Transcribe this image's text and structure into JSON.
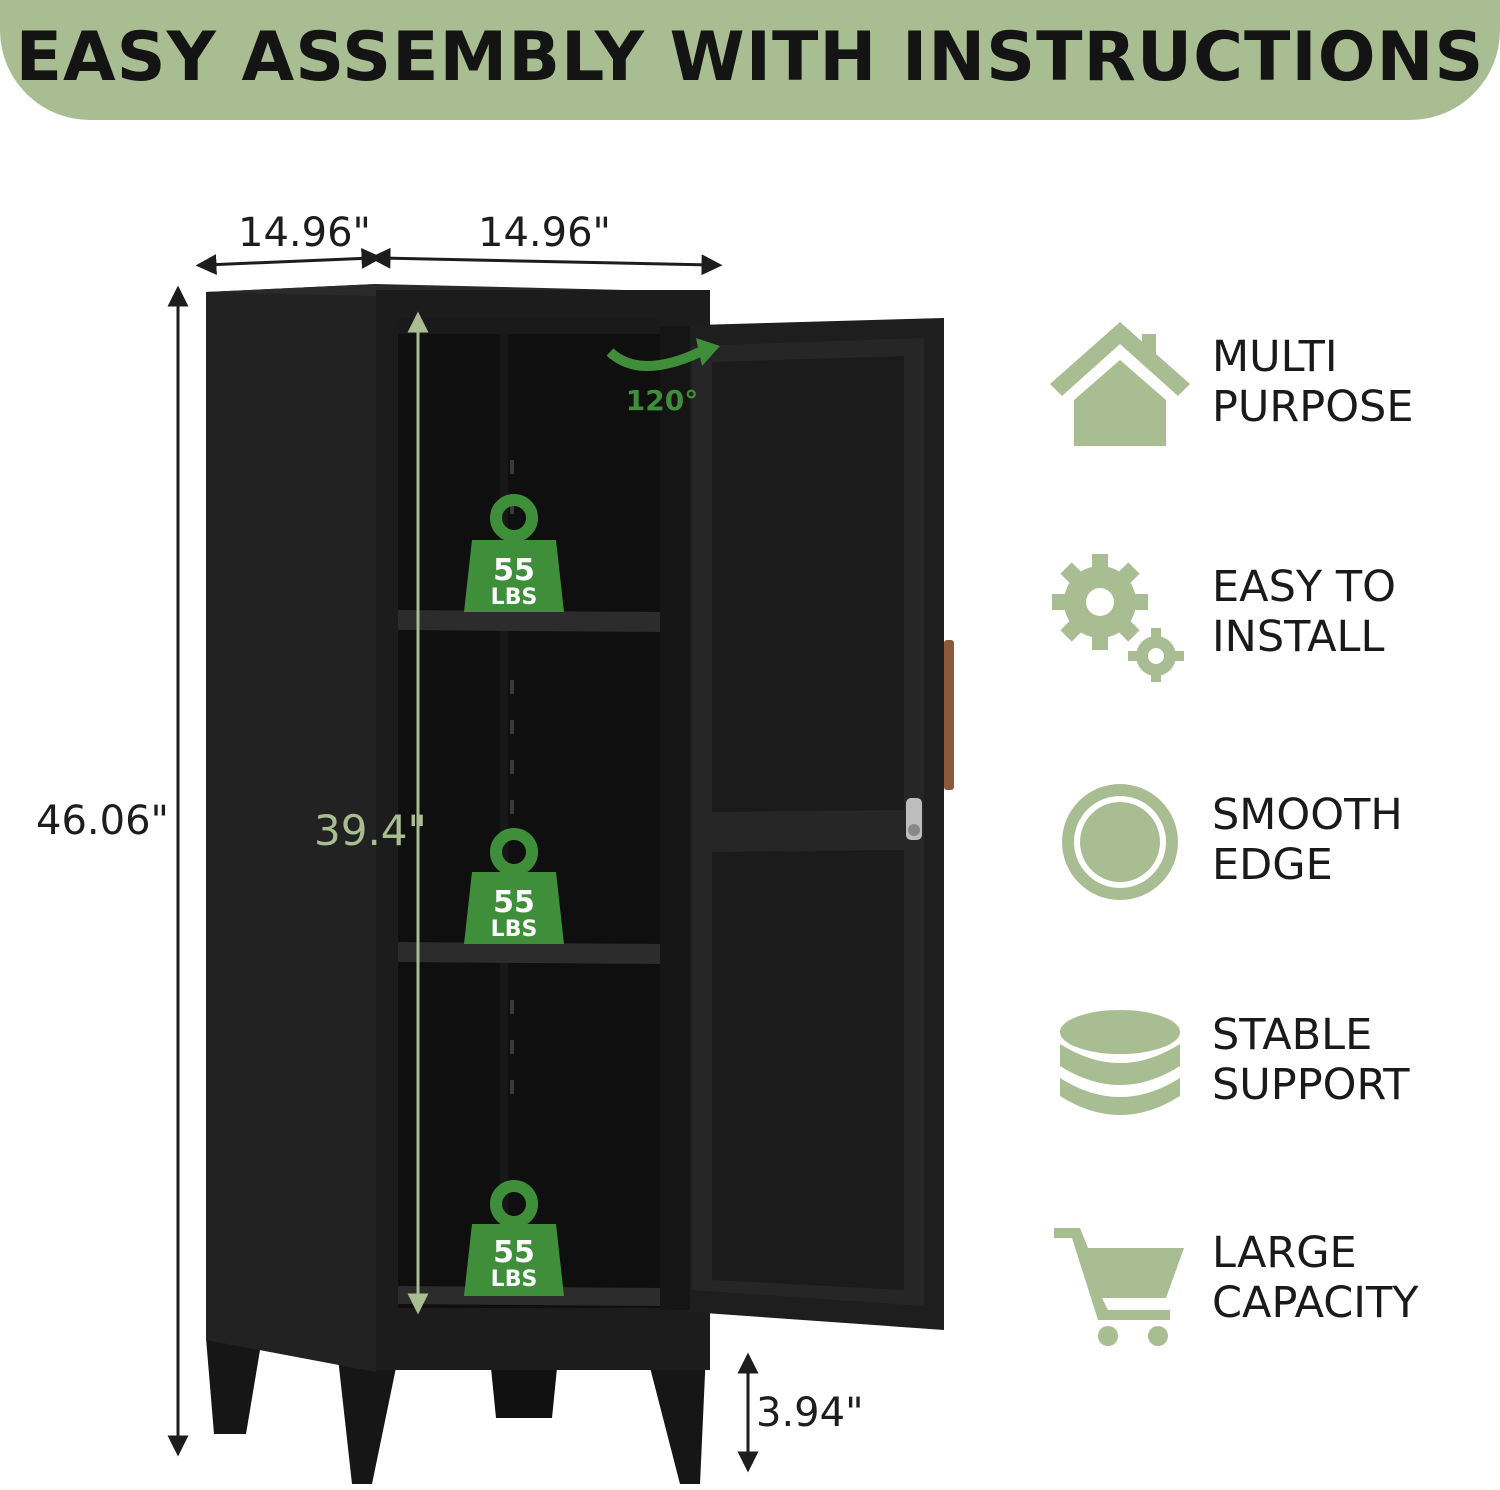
{
  "banner": {
    "title": "EASY ASSEMBLY WITH INSTRUCTIONS"
  },
  "dimensions": {
    "depth": "14.96\"",
    "width": "14.96\"",
    "height": "46.06\"",
    "inner_height": "39.4\"",
    "leg_height": "3.94\"",
    "door_angle": "120°"
  },
  "shelves": [
    {
      "weight_value": "55",
      "weight_unit": "LBS"
    },
    {
      "weight_value": "55",
      "weight_unit": "LBS"
    },
    {
      "weight_value": "55",
      "weight_unit": "LBS"
    }
  ],
  "features": [
    {
      "icon": "house-icon",
      "line1": "MULTI",
      "line2": "PURPOSE"
    },
    {
      "icon": "gears-icon",
      "line1": "EASY TO",
      "line2": "INSTALL"
    },
    {
      "icon": "circle-icon",
      "line1": "SMOOTH",
      "line2": "EDGE"
    },
    {
      "icon": "stack-icon",
      "line1": "STABLE",
      "line2": "SUPPORT"
    },
    {
      "icon": "cart-icon",
      "line1": "LARGE",
      "line2": "CAPACITY"
    }
  ],
  "colors": {
    "accent_green": "#a9bd92",
    "weight_green": "#3f8f3a",
    "cabinet_black": "#1c1c1c",
    "text_dark": "#141414"
  }
}
